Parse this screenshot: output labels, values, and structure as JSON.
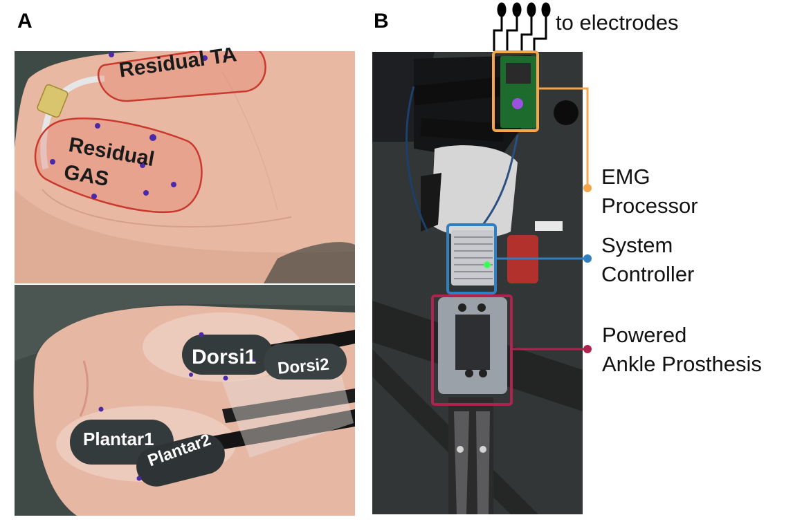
{
  "panels": {
    "a_letter": "A",
    "b_letter": "B"
  },
  "electrodes": {
    "residual_ta": "Residual TA",
    "residual_gas_line1": "Residual",
    "residual_gas_line2": "GAS",
    "dorsi1": "Dorsi1",
    "dorsi2": "Dorsi2",
    "plantar1": "Plantar1",
    "plantar2": "Plantar2"
  },
  "callouts": {
    "to_electrodes": "to electrodes",
    "emg_line1": "EMG",
    "emg_line2": "Processor",
    "system_line1": "System",
    "system_line2": "Controller",
    "ankle_line1": "Powered",
    "ankle_line2": "Ankle Prosthesis"
  },
  "colors": {
    "emg": "#f5a54a",
    "system": "#2f7fc1",
    "ankle": "#b0234f",
    "electrode_region": "#d9534f"
  }
}
